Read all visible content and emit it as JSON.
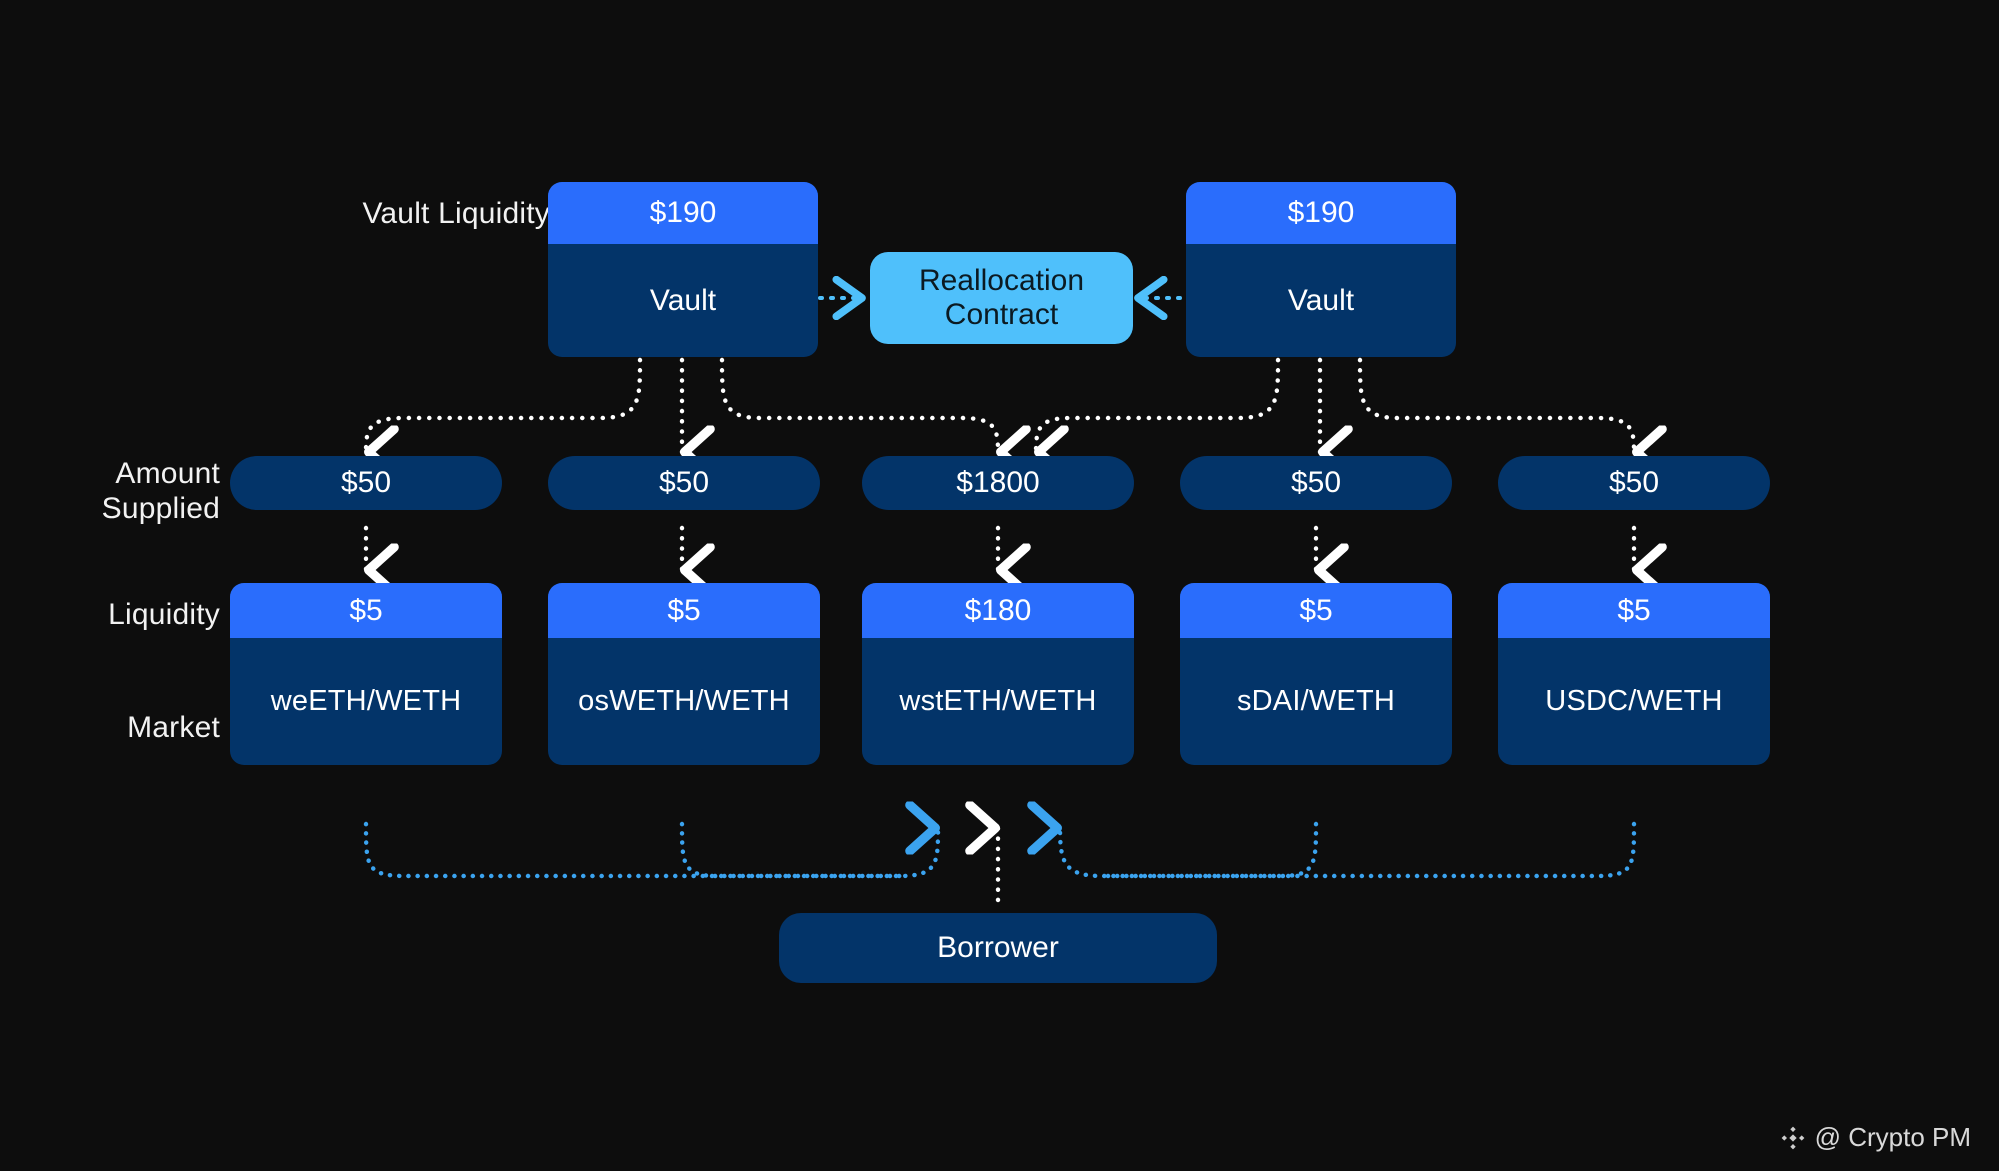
{
  "background_color": "#0d0d0d",
  "colors": {
    "bright_blue": "#2a6dfc",
    "dark_navy": "#033469",
    "light_blue": "#4fc0fb",
    "arrow_white": "#ffffff",
    "arrow_blue": "#3ba3ef",
    "text_light": "#ffffff",
    "text_dark": "#0b1a22"
  },
  "row_labels": {
    "vault_liquidity": "Vault Liquidity",
    "amount_supplied": "Amount\nSupplied",
    "liquidity": "Liquidity",
    "market": "Market"
  },
  "vaults": [
    {
      "liquidity": "$190",
      "label": "Vault"
    },
    {
      "liquidity": "$190",
      "label": "Vault"
    }
  ],
  "reallocation_contract": {
    "label": "Reallocation\nContract"
  },
  "columns": [
    {
      "amount_supplied": "$50",
      "liquidity": "$5",
      "market": "weETH/WETH"
    },
    {
      "amount_supplied": "$50",
      "liquidity": "$5",
      "market": "osWETH/WETH"
    },
    {
      "amount_supplied": "$1800",
      "liquidity": "$180",
      "market": "wstETH/WETH"
    },
    {
      "amount_supplied": "$50",
      "liquidity": "$5",
      "market": "sDAI/WETH"
    },
    {
      "amount_supplied": "$50",
      "liquidity": "$5",
      "market": "USDC/WETH"
    }
  ],
  "borrower": {
    "label": "Borrower"
  },
  "watermark": {
    "handle": "@ Crypto PM",
    "logo": "diamond-logo-icon"
  }
}
